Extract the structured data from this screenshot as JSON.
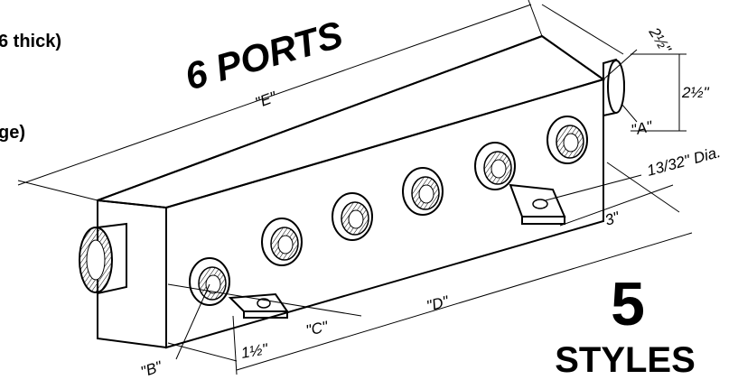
{
  "headline": "6 PORTS",
  "side_text": {
    "line1": "6 thick)",
    "line2": "ge)"
  },
  "styles": {
    "count": "5",
    "label": "STYLES"
  },
  "dimensions": {
    "e": "\"E\"",
    "d": "\"D\"",
    "c": "\"C\"",
    "b": "\"B\"",
    "a": "\"A\"",
    "width_top": "2½\"",
    "height_right": "2½\"",
    "hole_dia": "13/32\" Dia.",
    "bracket_len": "3\"",
    "end_offset": "1½\""
  },
  "colors": {
    "ink": "#000000",
    "paper": "#ffffff"
  }
}
